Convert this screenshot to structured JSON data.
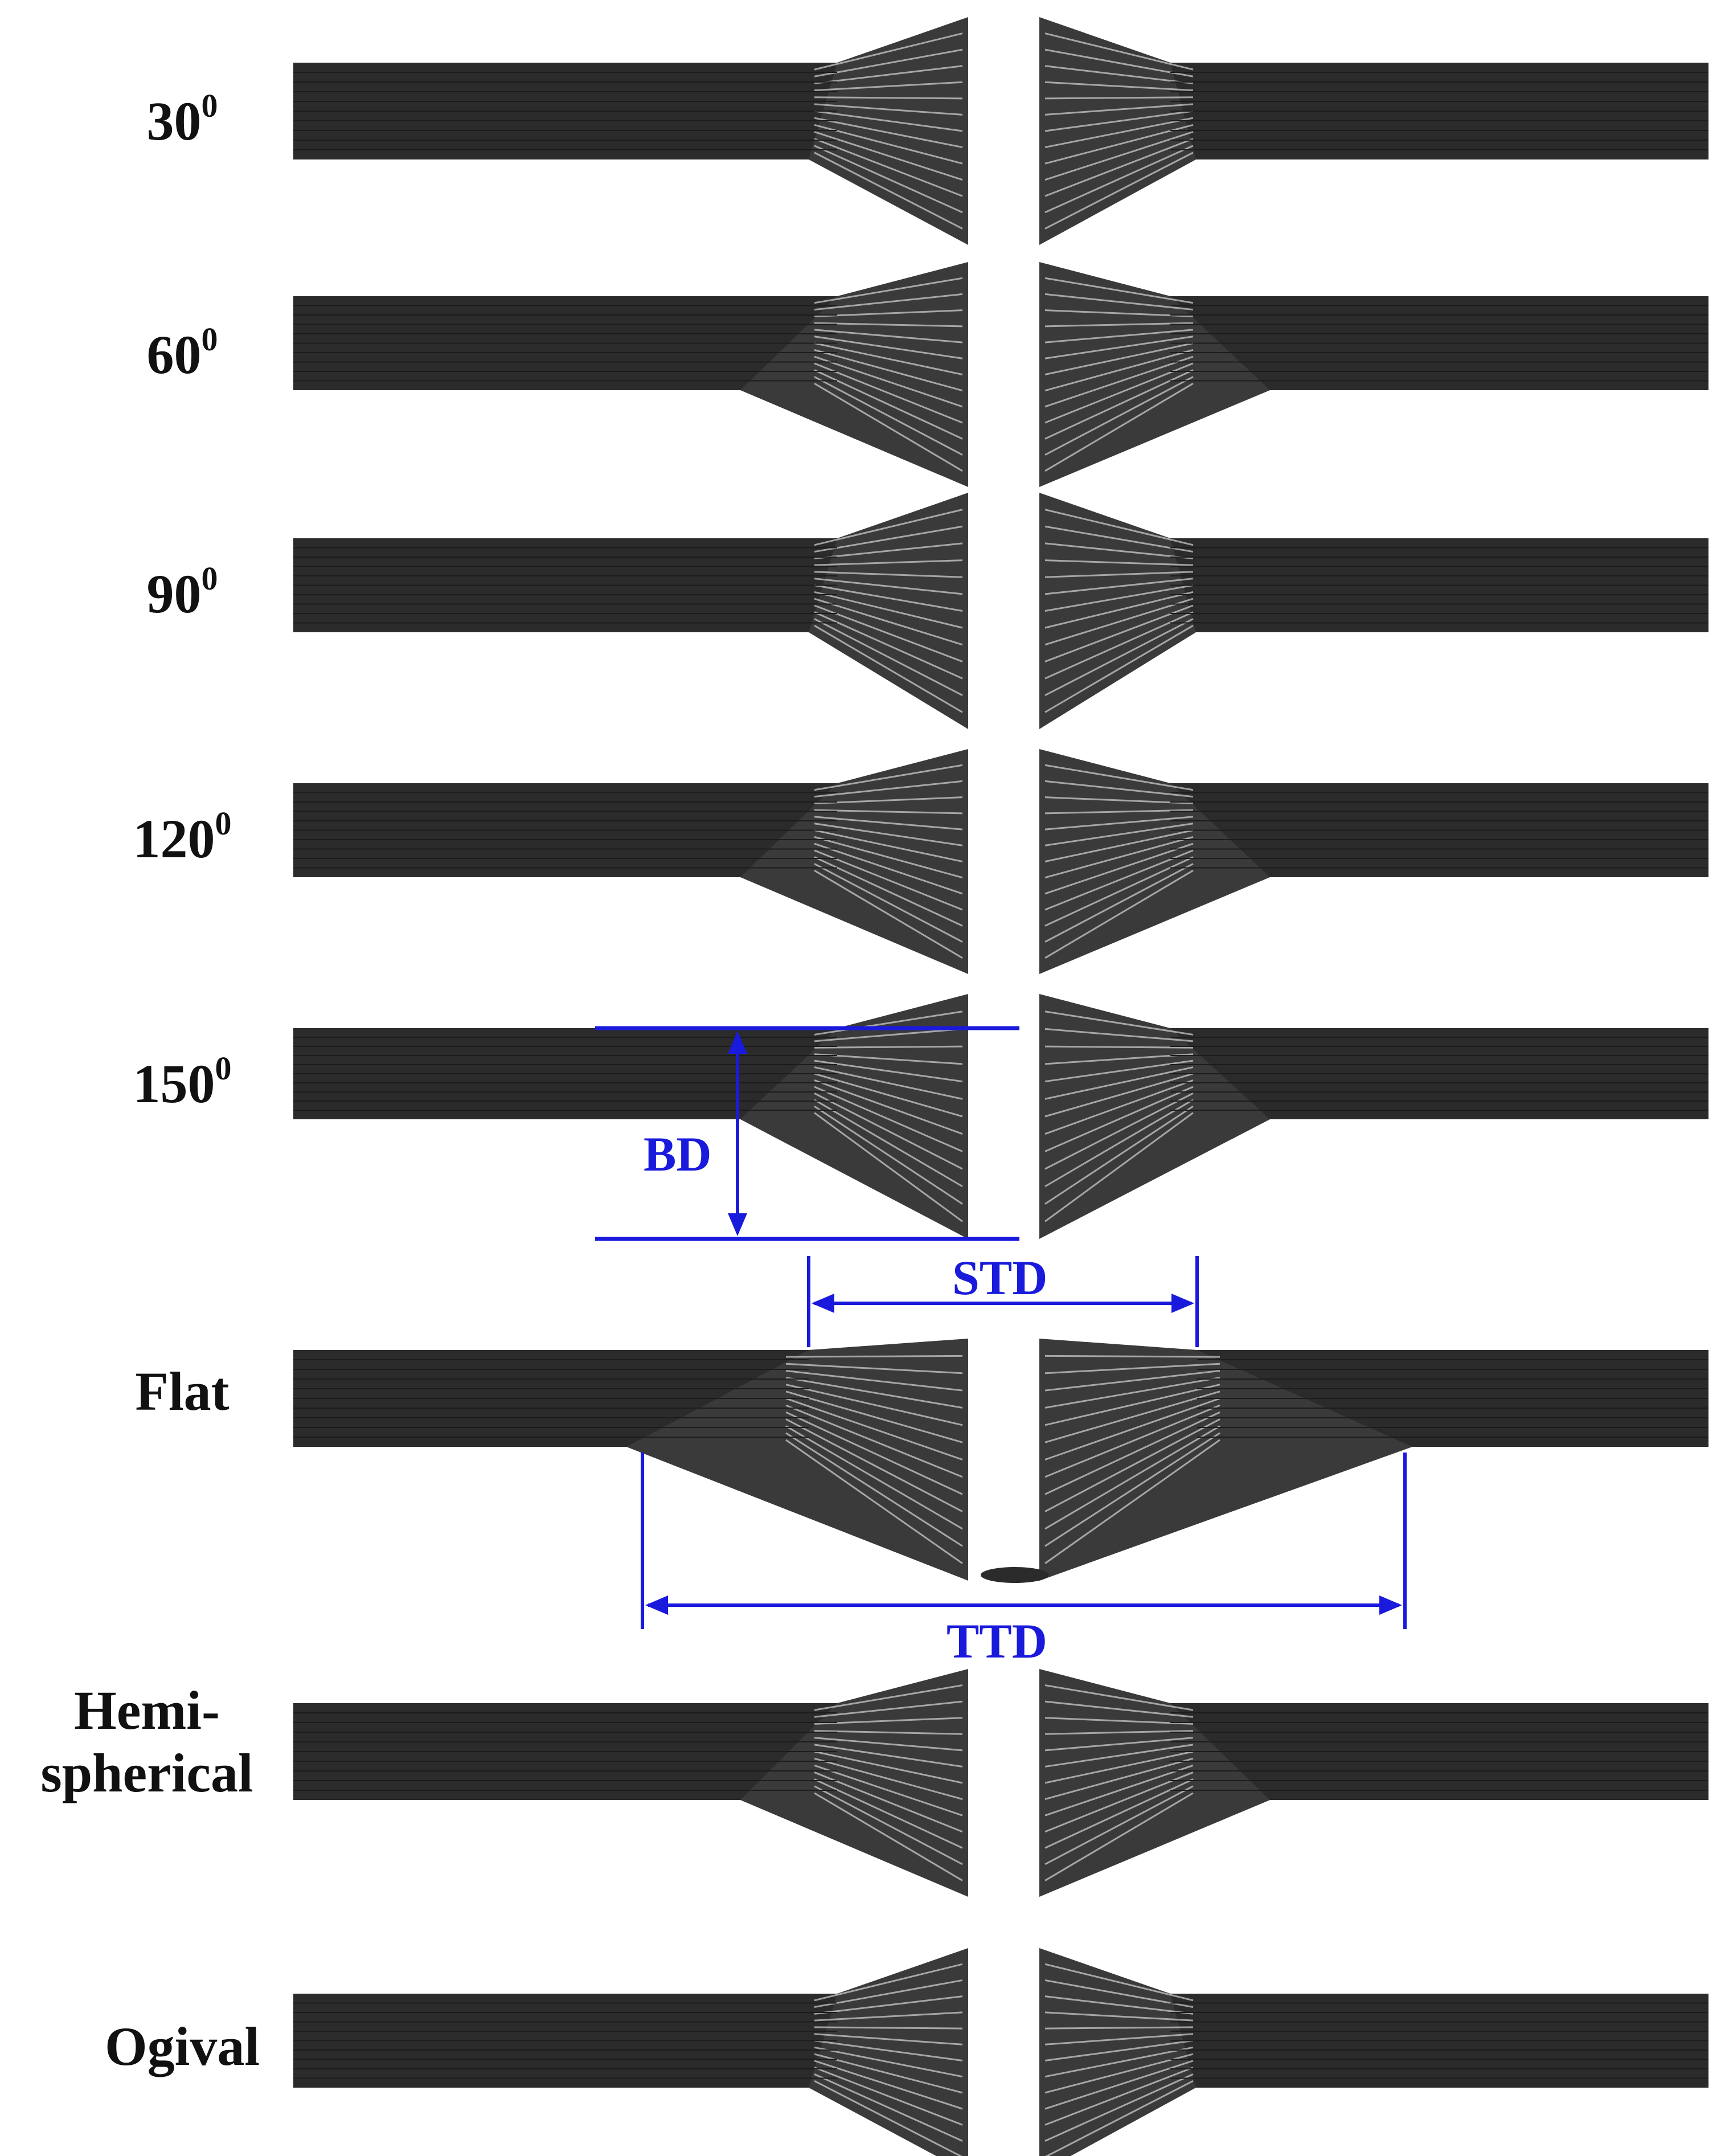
{
  "rows": [
    {
      "label": "30",
      "sup": "0",
      "shape": "up"
    },
    {
      "label": "60",
      "sup": "0",
      "shape": "down"
    },
    {
      "label": "90",
      "sup": "0",
      "shape": "both"
    },
    {
      "label": "120",
      "sup": "0",
      "shape": "down"
    },
    {
      "label": "150",
      "sup": "0",
      "shape": "down"
    },
    {
      "label": "Flat",
      "sup": "",
      "shape": "wide"
    },
    {
      "label": "Hemi-",
      "label2": "spherical",
      "sup": "",
      "shape": "down"
    },
    {
      "label": "Ogival",
      "sup": "",
      "shape": "up"
    }
  ],
  "annotations": {
    "bd": "BD",
    "std": "STD",
    "ttd": "TTD",
    "color": "#1a1adc"
  },
  "colors": {
    "plate": "#2b2b2b",
    "fiber": "#1c1c1c",
    "background": "#ffffff"
  }
}
